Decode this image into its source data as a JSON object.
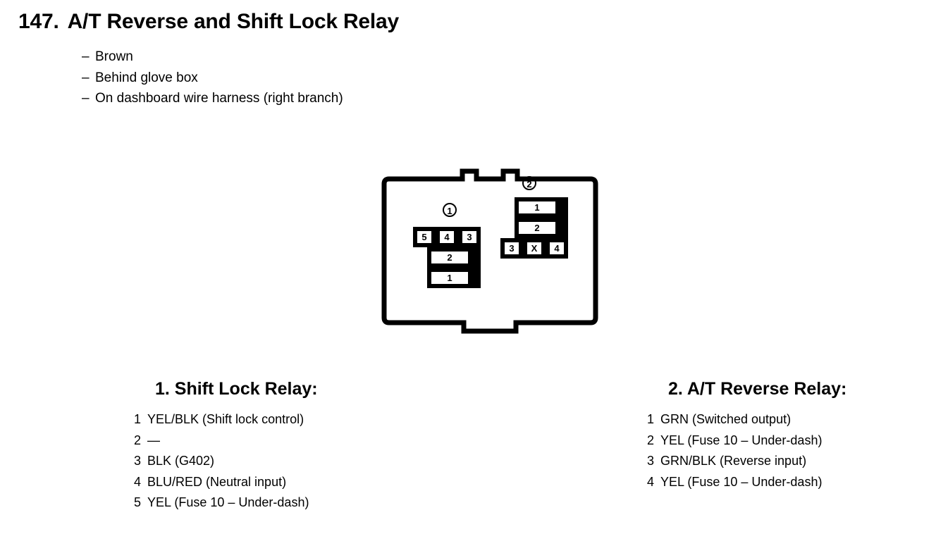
{
  "header": {
    "number": "147.",
    "title": "A/T Reverse and Shift Lock Relay",
    "bullets": [
      {
        "dash": "–",
        "text": "Brown"
      },
      {
        "dash": "–",
        "text": "Behind glove box"
      },
      {
        "dash": "–",
        "text": "On dashboard wire harness (right branch)"
      }
    ]
  },
  "diagram": {
    "markers": [
      {
        "label": "1"
      },
      {
        "label": "2"
      }
    ],
    "connector_1": {
      "marker": "1",
      "top_row": [
        "5",
        "4",
        "3"
      ],
      "stack": [
        "2",
        "1"
      ]
    },
    "connector_2": {
      "marker": "2",
      "stack": [
        "1",
        "2"
      ],
      "bottom_row": [
        "3",
        "X",
        "4"
      ]
    }
  },
  "legends": [
    {
      "heading": "1. Shift Lock Relay:",
      "items": [
        {
          "pin": "1",
          "text": "YEL/BLK (Shift lock control)"
        },
        {
          "pin": "2",
          "text": "—"
        },
        {
          "pin": "3",
          "text": "BLK (G402)"
        },
        {
          "pin": "4",
          "text": "BLU/RED (Neutral input)"
        },
        {
          "pin": "5",
          "text": "YEL (Fuse 10 – Under-dash)"
        }
      ]
    },
    {
      "heading": "2. A/T Reverse Relay:",
      "items": [
        {
          "pin": "1",
          "text": "GRN (Switched output)"
        },
        {
          "pin": "2",
          "text": "YEL (Fuse 10 – Under-dash)"
        },
        {
          "pin": "3",
          "text": "GRN/BLK (Reverse input)"
        },
        {
          "pin": "4",
          "text": "YEL (Fuse 10 – Under-dash)"
        }
      ]
    }
  ],
  "colors": {
    "ink": "#000000",
    "background": "#ffffff"
  }
}
